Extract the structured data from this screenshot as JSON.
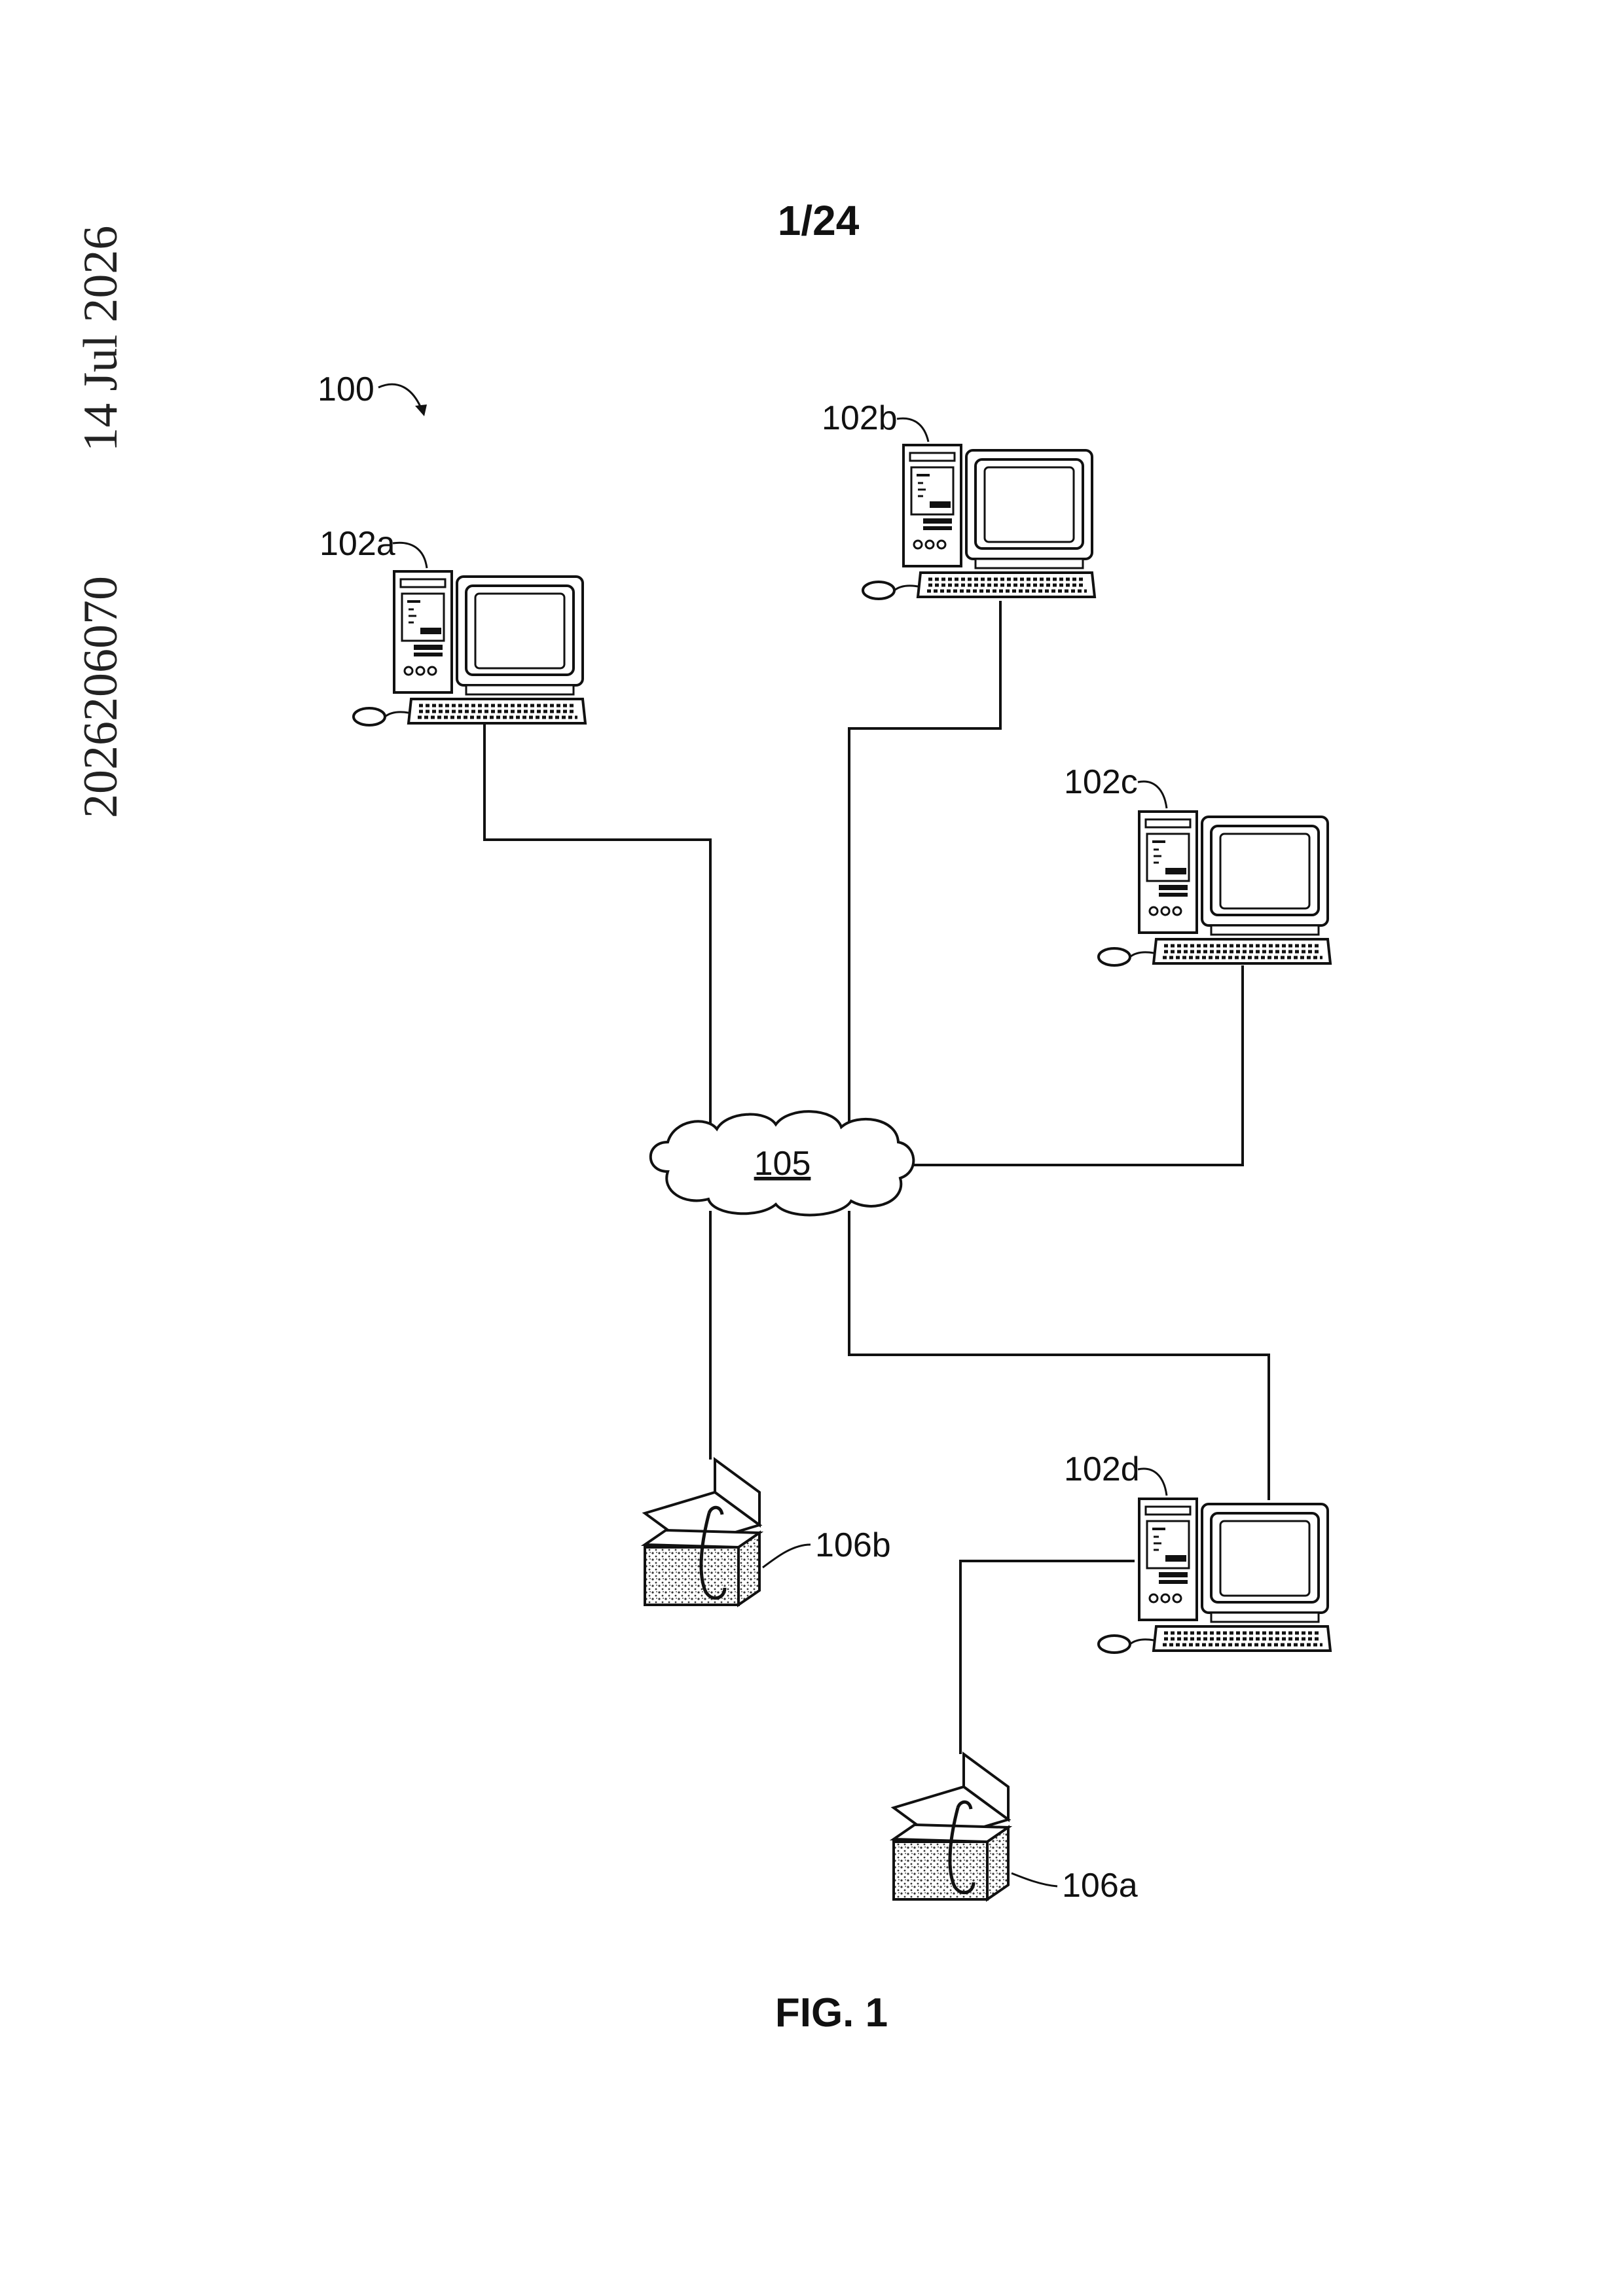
{
  "side_header": {
    "date": "14 Jul 2026",
    "number": "2026206070"
  },
  "page_number": "1/24",
  "figure_caption": "FIG. 1",
  "diagram": {
    "system_label": "100",
    "network_label": "105",
    "computers": [
      {
        "label": "102a"
      },
      {
        "label": "102b"
      },
      {
        "label": "102c"
      },
      {
        "label": "102d"
      }
    ],
    "storage": [
      {
        "label": "106a"
      },
      {
        "label": "106b"
      }
    ]
  }
}
